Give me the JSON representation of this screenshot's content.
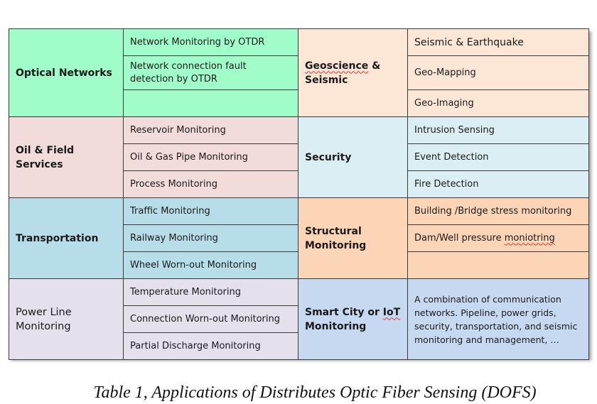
{
  "colors": {
    "optical": "#a0fcc9",
    "geoscience": "#fce6d6",
    "oil": "#f2dcdb",
    "security": "#dbeef3",
    "transportation": "#b6dde8",
    "structural": "#fbd5b5",
    "power": "#e5e0ec",
    "smart_city": "#c6d9f0"
  },
  "table": {
    "optical": {
      "category": "Optical Networks",
      "items": [
        "Network Monitoring by OTDR",
        "Network connection fault detection by OTDR",
        ""
      ]
    },
    "geoscience": {
      "category_part1": "Geoscience",
      "category_part2": " &",
      "category_line2": "Seismic",
      "items": [
        "Seismic & Earthquake",
        "Geo-Mapping",
        "Geo-Imaging"
      ]
    },
    "oil": {
      "category": "Oil & Field Services",
      "items": [
        "Reservoir Monitoring",
        "Oil & Gas Pipe Monitoring",
        "Process Monitoring"
      ]
    },
    "security": {
      "category": "Security",
      "items": [
        "Intrusion Sensing",
        "Event Detection",
        "Fire Detection"
      ]
    },
    "transportation": {
      "category": "Transportation",
      "items": [
        "Traffic Monitoring",
        "Railway Monitoring",
        "Wheel Worn-out Monitoring"
      ]
    },
    "structural": {
      "category_line1": "Structural",
      "category_line2": "Monitoring",
      "item1": "Building /Bridge stress monitoring",
      "item2_prefix": "Dam/Well pressure ",
      "item2_word": "moniotring",
      "item3": ""
    },
    "power": {
      "category_line1": "Power Line",
      "category_line2": "Monitoring",
      "items": [
        "Temperature Monitoring",
        "Connection Worn-out Monitoring",
        "Partial Discharge Monitoring"
      ]
    },
    "smart_city": {
      "category_prefix": "Smart City or ",
      "category_word": "IoT",
      "category_line2": "Monitoring",
      "description": "A combination of communication networks. Pipeline, power grids, security, transportation, and seismic monitoring and management, …"
    }
  },
  "caption": "Table 1, Applications of Distributes Optic Fiber Sensing (DOFS)"
}
